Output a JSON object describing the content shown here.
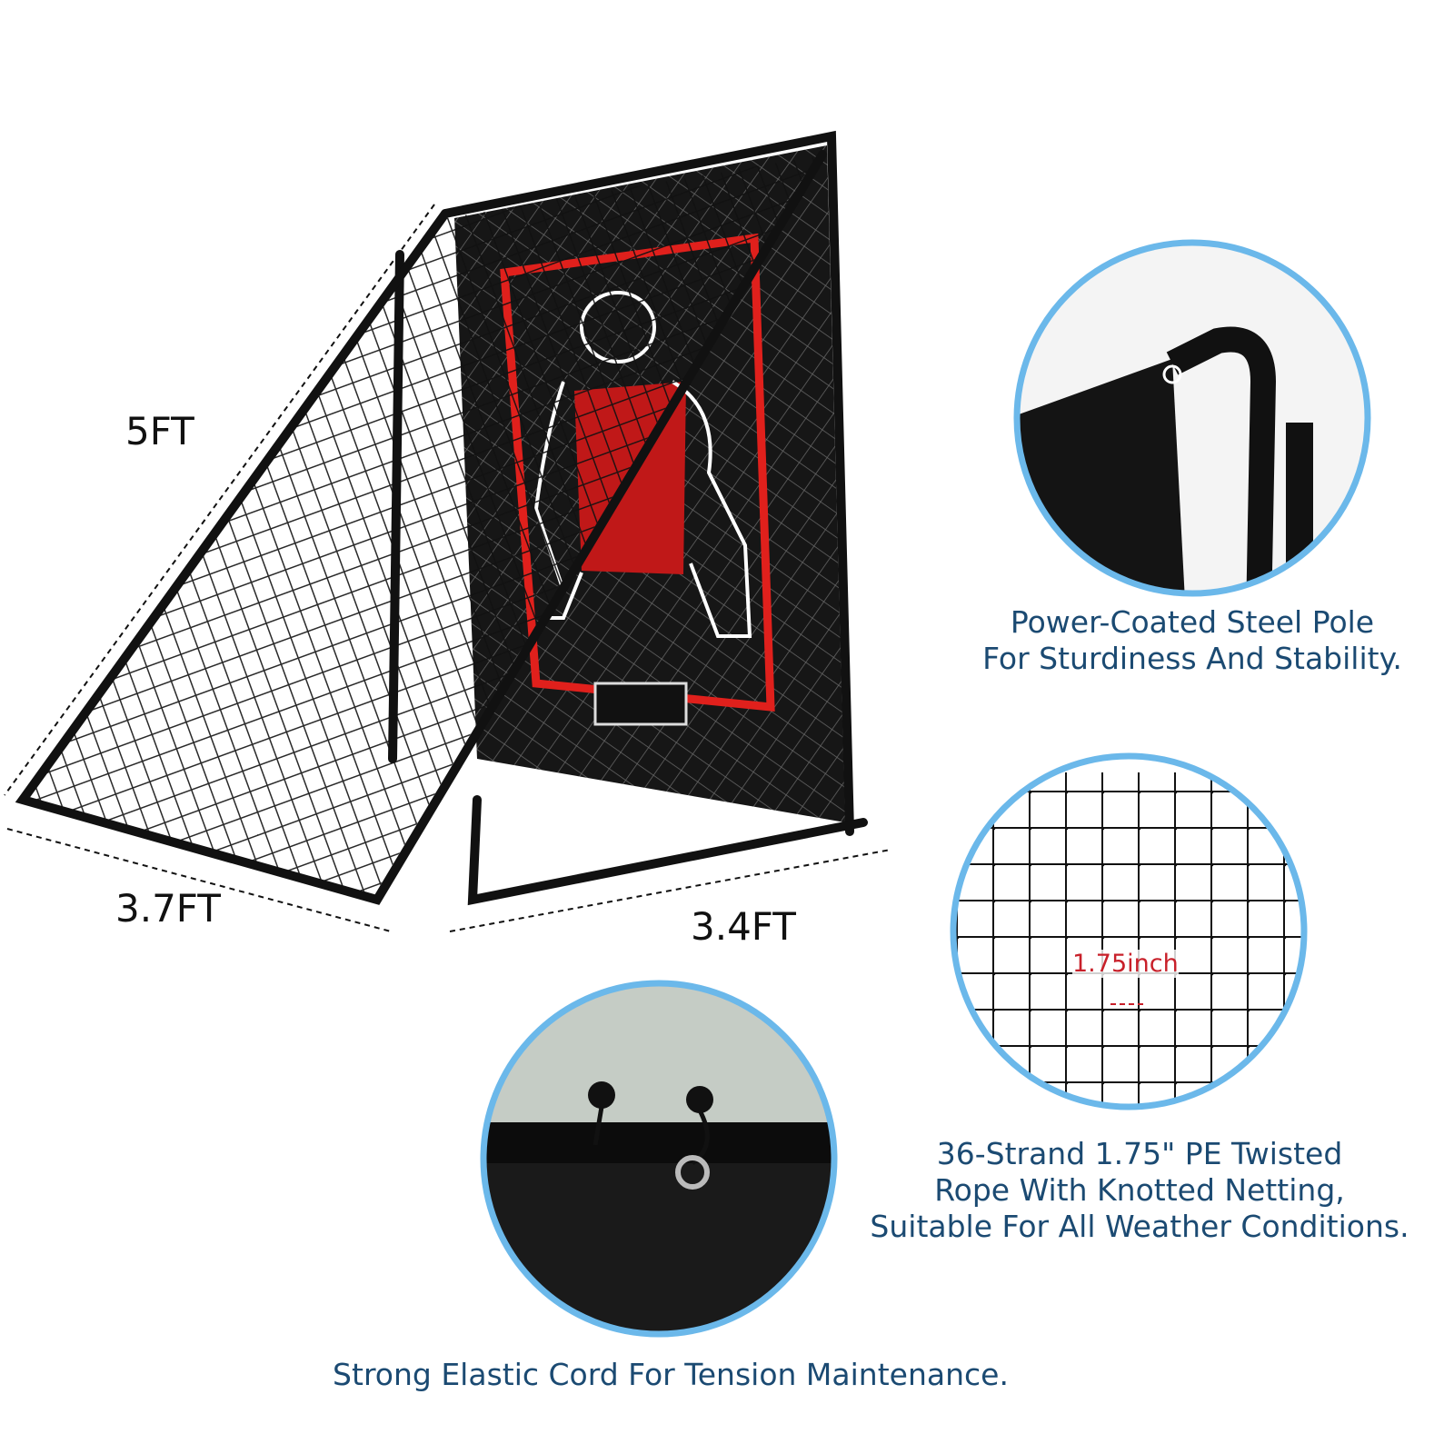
{
  "dimensions": {
    "height": "5FT",
    "depth": "3.7FT",
    "width": "3.4FT"
  },
  "features": [
    {
      "name": "steel-pole",
      "lines": [
        "Power-Coated Steel Pole",
        "For Sturdiness And Stability."
      ]
    },
    {
      "name": "netting",
      "lines": [
        "36-Strand 1.75\" PE Twisted",
        "Rope With Knotted Netting,",
        "Suitable For All Weather Conditions."
      ],
      "mesh_label": "1.75inch"
    },
    {
      "name": "elastic-cord",
      "lines": [
        "Strong Elastic Cord For Tension Maintenance."
      ]
    }
  ],
  "colors": {
    "caption": "#1b4a72",
    "circle_border": "#6bb8ea",
    "target_red": "#e0201c",
    "frame": "#111111",
    "mesh_label": "#c8202a"
  }
}
